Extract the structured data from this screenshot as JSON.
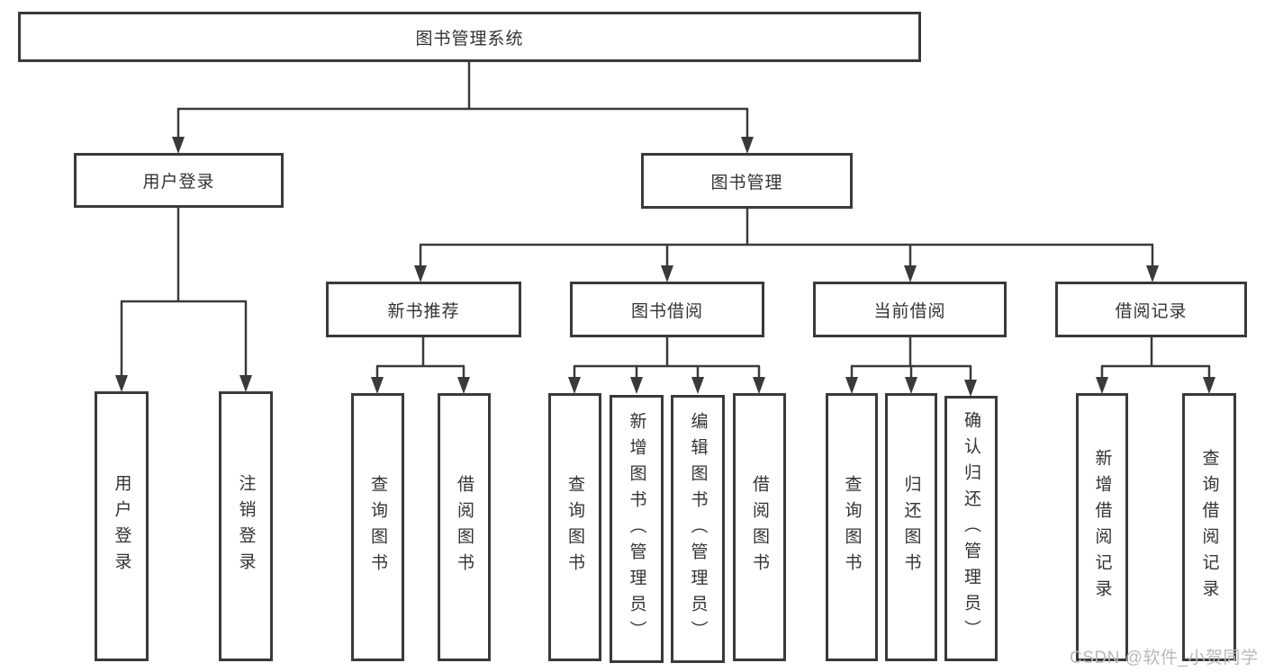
{
  "diagram": {
    "type": "tree",
    "root": {
      "label": "图书管理系统",
      "children": [
        {
          "label": "用户登录",
          "children": [
            {
              "label": "用户登录"
            },
            {
              "label": "注销登录"
            }
          ]
        },
        {
          "label": "图书管理",
          "children": [
            {
              "label": "新书推荐",
              "children": [
                {
                  "label": "查询图书"
                },
                {
                  "label": "借阅图书"
                }
              ]
            },
            {
              "label": "图书借阅",
              "children": [
                {
                  "label": "查询图书"
                },
                {
                  "label": "新增图书（管理员）"
                },
                {
                  "label": "编辑图书（管理员）"
                },
                {
                  "label": "借阅图书"
                }
              ]
            },
            {
              "label": "当前借阅",
              "children": [
                {
                  "label": "查询图书"
                },
                {
                  "label": "归还图书"
                },
                {
                  "label": "确认归还（管理员）"
                }
              ]
            },
            {
              "label": "借阅记录",
              "children": [
                {
                  "label": "新增借阅记录"
                },
                {
                  "label": "查询借阅记录"
                }
              ]
            }
          ]
        }
      ]
    }
  },
  "watermark": {
    "text": "CSDN @软件_小贺同学"
  },
  "colors": {
    "line": "#3a3a3a",
    "box_border": "#3a3a3a",
    "box_fill": "#ffffff",
    "text": "#333333",
    "watermark": "#b9b9b9",
    "background": "#ffffff"
  }
}
